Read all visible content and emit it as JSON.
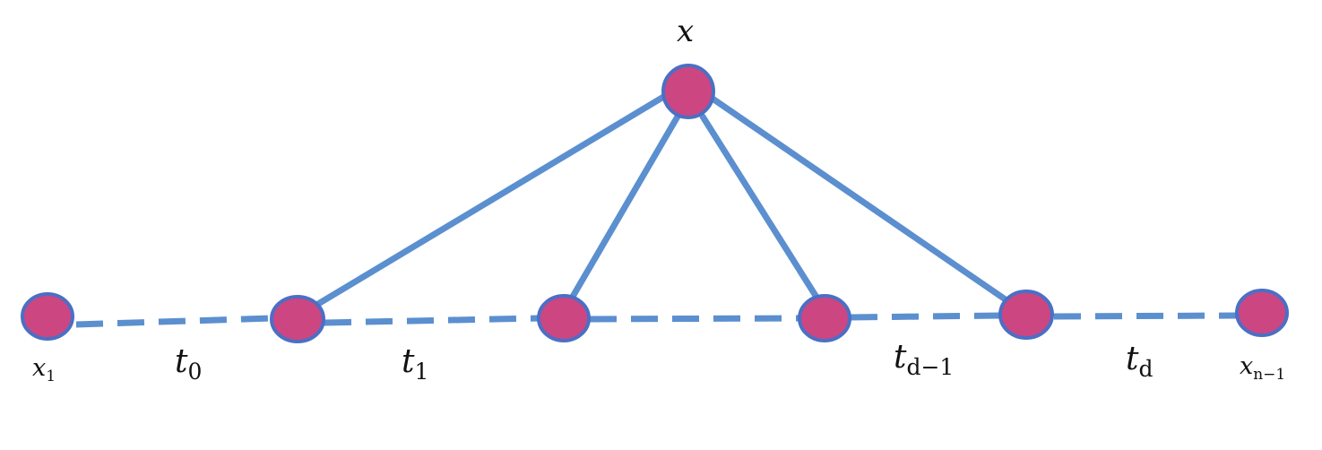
{
  "labels": {
    "top": {
      "base": "x",
      "sub": ""
    },
    "left_end": {
      "base": "x",
      "sub": "1"
    },
    "right_end": {
      "base": "x",
      "sub": "n−1"
    },
    "segments": [
      {
        "base": "t",
        "sub": "0"
      },
      {
        "base": "t",
        "sub": "1"
      },
      {
        "base": "t",
        "sub": "d−1"
      },
      {
        "base": "t",
        "sub": "d"
      }
    ]
  },
  "colors": {
    "node_fill": "#CC4682",
    "node_stroke": "#4B6FC4",
    "edge": "#5B8FCF"
  }
}
